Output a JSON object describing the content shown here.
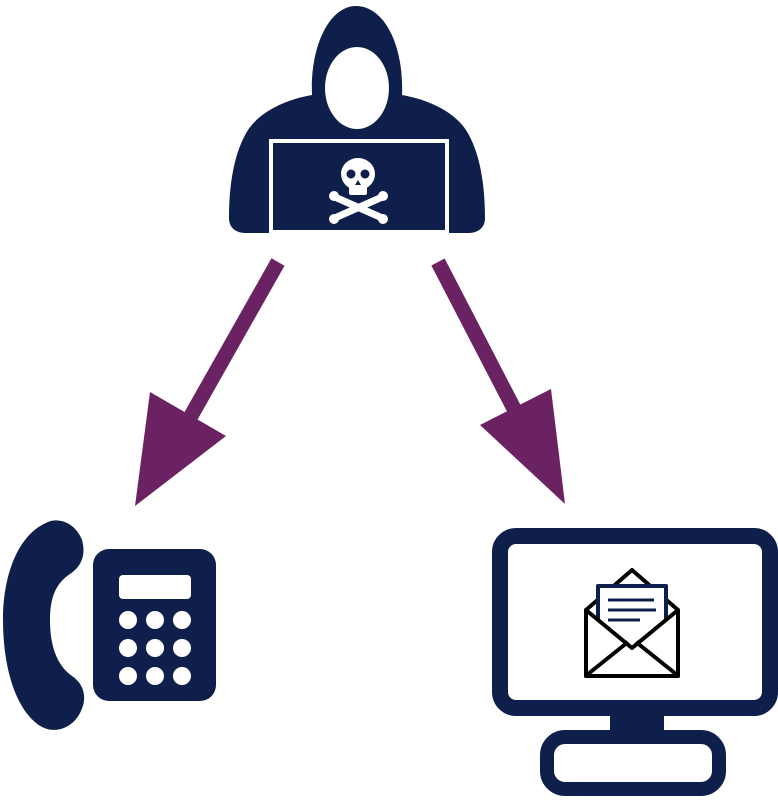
{
  "diagram": {
    "nodes": [
      {
        "id": "attacker",
        "icon": "hooded-hacker-laptop-icon"
      },
      {
        "id": "phone",
        "icon": "desk-phone-icon"
      },
      {
        "id": "computer",
        "icon": "monitor-email-icon"
      }
    ],
    "edges": [
      {
        "from": "attacker",
        "to": "phone"
      },
      {
        "from": "attacker",
        "to": "computer"
      }
    ]
  },
  "colors": {
    "navy": "#0f1f4b",
    "arrow": "#6b2262",
    "background": "#ffffff"
  }
}
